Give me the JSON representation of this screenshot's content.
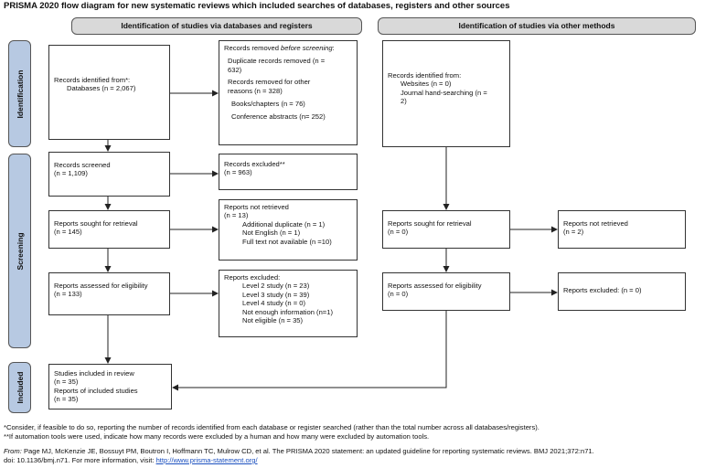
{
  "title": "PRISMA 2020 flow diagram for new systematic reviews which included searches of databases, registers and other sources",
  "headers": {
    "left": "Identification of studies via databases and registers",
    "right": "Identification of studies via other methods"
  },
  "phases": {
    "identification": "Identification",
    "screening": "Screening",
    "included": "Included"
  },
  "boxes": {
    "records_identified": [
      "Records identified from*:",
      "Databases (n = 2,067)"
    ],
    "records_removed": {
      "heading_pre": "Records removed ",
      "heading_em": "before screening",
      "heading_post": ":",
      "items": [
        "Duplicate records removed (n =",
        "632)",
        "Records removed for other",
        "reasons (n = 328)",
        "Books/chapters (n = 76)",
        "Conference abstracts (n= 252)"
      ]
    },
    "other_identified": [
      "Records identified from:",
      "Websites (n = 0)",
      "Journal hand-searching (n =",
      "2)"
    ],
    "screened": [
      "Records screened",
      "(n = 1,109)"
    ],
    "excluded": [
      "Records excluded**",
      "(n = 963)"
    ],
    "sought": [
      "Reports sought for retrieval",
      "(n = 145)"
    ],
    "not_retrieved": [
      "Reports not retrieved",
      "(n = 13)",
      "Additional duplicate (n = 1)",
      "Not English (n = 1)",
      "Full text not available (n =10)"
    ],
    "other_sought": [
      "Reports sought for retrieval",
      "(n = 0)"
    ],
    "other_not_retrieved": [
      "Reports not retrieved",
      "(n = 2)"
    ],
    "assessed": [
      "Reports assessed for eligibility",
      "(n = 133)"
    ],
    "reports_excluded": [
      "Reports excluded:",
      "Level 2 study (n = 23)",
      "Level 3 study (n = 39)",
      "Level 4 study (n = 0)",
      "Not enough information (n=1)",
      "Not eligible (n = 35)"
    ],
    "other_assessed": [
      "Reports assessed for eligibility",
      "(n = 0)"
    ],
    "other_excluded": [
      "Reports excluded: (n = 0)"
    ],
    "included": [
      "Studies included in review",
      "(n = 35)",
      "Reports of included studies",
      "(n = 35)"
    ]
  },
  "footnotes": {
    "note1": "*Consider, if feasible to do so, reporting the number of records identified from each database or register searched (rather than the total number across all databases/registers).",
    "note2": "**If automation tools were used, indicate how many records were excluded by a human and how many were excluded by automation tools.",
    "from_label": "From: ",
    "citation": " Page MJ, McKenzie JE, Bossuyt PM, Boutron I, Hoffmann TC, Mulrow CD, et al. The PRISMA 2020 statement: an updated guideline for reporting systematic reviews. BMJ 2021;372:n71.",
    "doi": "doi: 10.1136/bmj.n71. For more information, visit: ",
    "url": "http://www.prisma-statement.org/"
  }
}
